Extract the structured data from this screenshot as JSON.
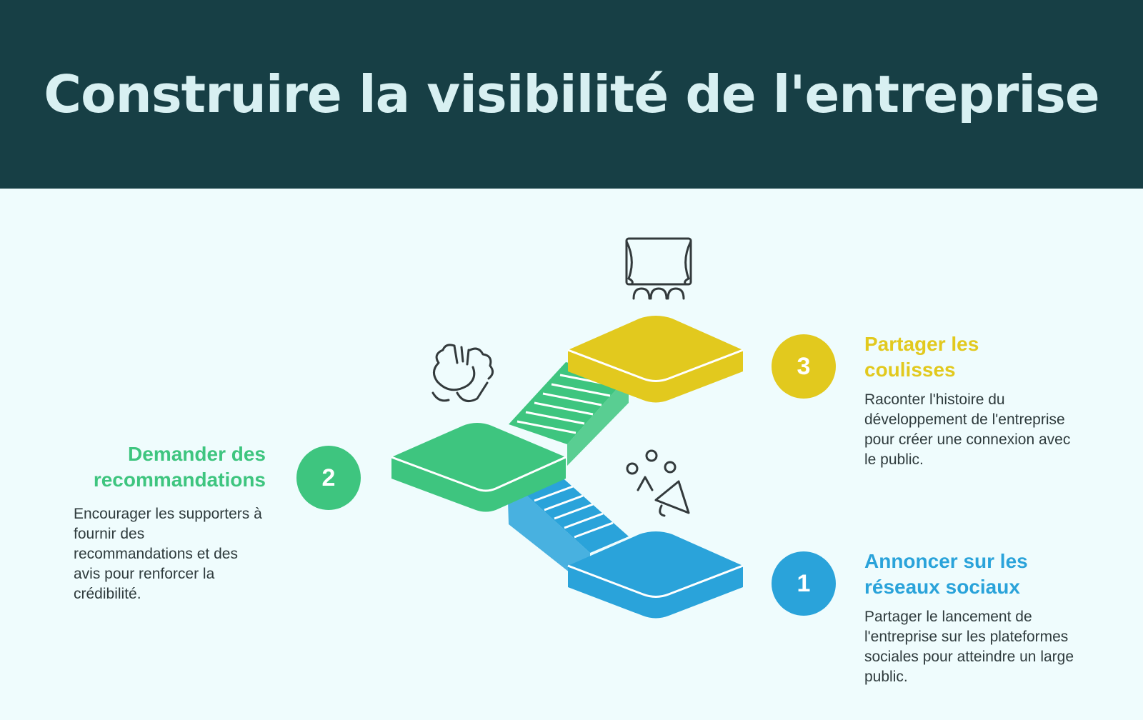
{
  "title": "Construire la visibilité de l'entreprise",
  "colors": {
    "header_bg": "#173f45",
    "title_text": "#d8f0f2",
    "background": "#effcfd",
    "step1": "#2aa3da",
    "step2": "#3ec57f",
    "step3": "#e2c91e",
    "icon_stroke": "#333a3c"
  },
  "steps": [
    {
      "number": "1",
      "title": "Annoncer sur les réseaux sociaux",
      "description": "Partager le lancement de l'entreprise sur les plateformes sociales pour atteindre un large public.",
      "icon": "people-megaphone-icon"
    },
    {
      "number": "2",
      "title": "Demander des recommandations",
      "description": "Encourager les supporters à fournir des recommandations et des avis pour renforcer la crédibilité.",
      "icon": "applause-hands-icon"
    },
    {
      "number": "3",
      "title": "Partager les coulisses",
      "description": "Raconter l'histoire du développement de l'entreprise pour créer une connexion avec le public.",
      "icon": "theater-stage-icon"
    }
  ]
}
